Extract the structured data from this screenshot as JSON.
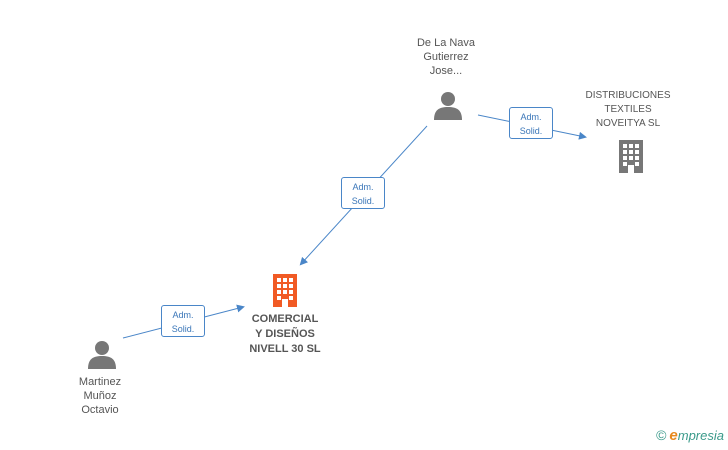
{
  "nodes": {
    "person_top": {
      "lines": [
        "De La Nava",
        "Gutierrez",
        "Jose..."
      ]
    },
    "company_right": {
      "lines": [
        "DISTRIBUCIONES",
        "TEXTILES",
        "NOVEITYA SL"
      ]
    },
    "company_main": {
      "lines": [
        "COMERCIAL",
        "Y DISEÑOS",
        "NIVELL 30 SL"
      ]
    },
    "person_bottom": {
      "lines": [
        "Martinez",
        "Muñoz",
        "Octavio"
      ]
    }
  },
  "edges": {
    "top_to_right": {
      "lines": [
        "Adm.",
        "Solid."
      ]
    },
    "top_to_main": {
      "lines": [
        "Adm.",
        "Solid."
      ]
    },
    "bottom_to_main": {
      "lines": [
        "Adm.",
        "Solid."
      ]
    }
  },
  "footer": {
    "copyright": "©",
    "brand_initial": "e",
    "brand_rest": "mpresia"
  },
  "colors": {
    "edge": "#4a86c8",
    "main_company": "#f15a24",
    "icon_gray": "#777777"
  }
}
